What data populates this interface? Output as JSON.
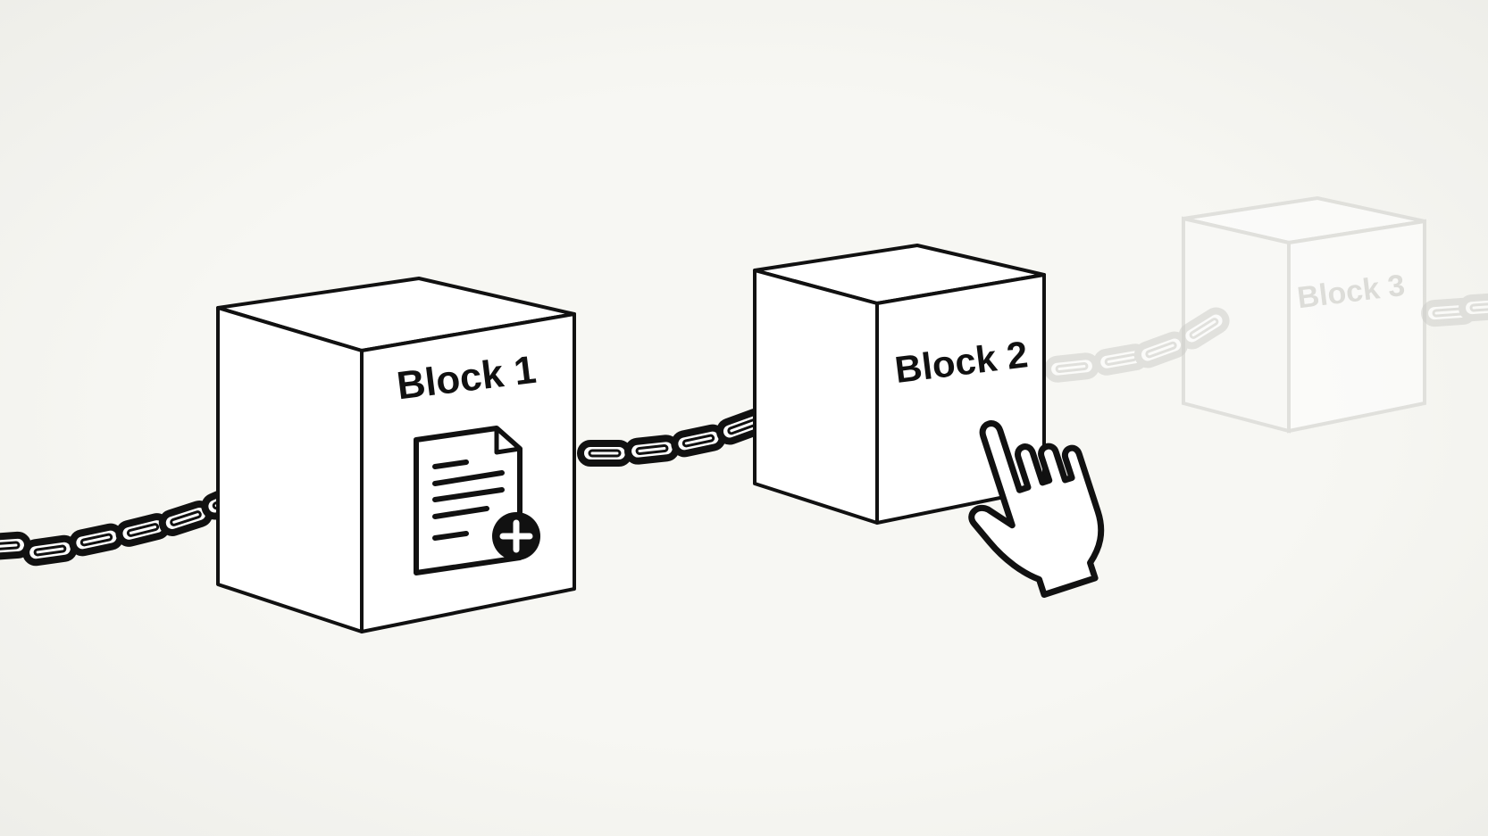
{
  "diagram": {
    "blocks": [
      {
        "id": "block-1",
        "label": "Block 1",
        "state": "active"
      },
      {
        "id": "block-2",
        "label": "Block 2",
        "state": "active"
      },
      {
        "id": "block-3",
        "label": "Block 3",
        "state": "faded"
      }
    ],
    "icons": {
      "block_1": "add-document-icon",
      "block_2": "pointing-hand-icon",
      "links": "chain-link-icon"
    },
    "colors": {
      "background": "#f4f4f0",
      "stroke": "#111111",
      "fill": "#ffffff",
      "faded_stroke": "#d6d6d2"
    }
  }
}
